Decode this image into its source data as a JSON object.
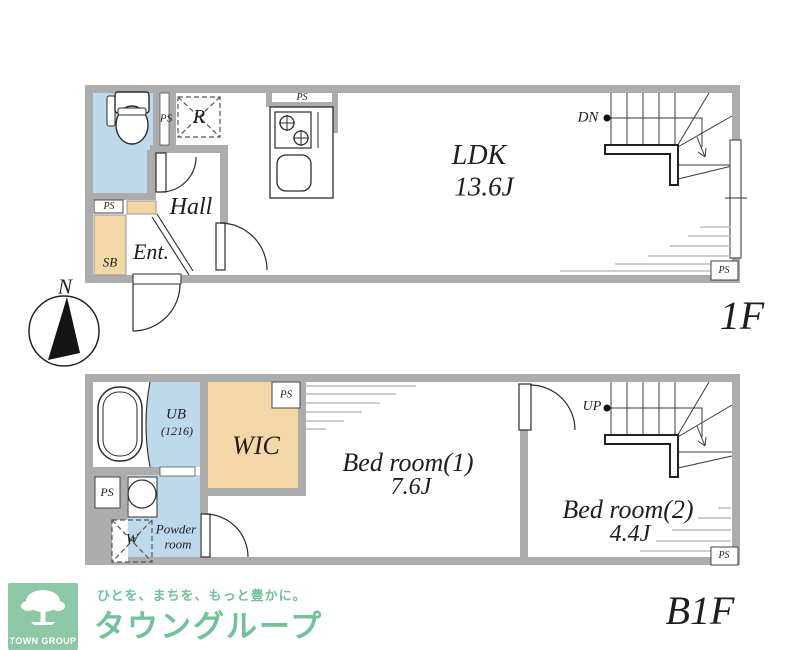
{
  "colors": {
    "wall": "#ACACAC",
    "water_blue": "#BFD9EC",
    "storage_orange": "#F4D7A6",
    "brand_green": "#72C197",
    "logo_bg_green": "#8CC7A6",
    "line_dark": "#2B2B2B",
    "hatch_gray": "#BDBDBD",
    "label_ink": "#1E1E1E"
  },
  "floor1": {
    "floor_label": "1F",
    "ldk": {
      "name": "LDK",
      "area": "13.6J"
    },
    "hall": {
      "name": "Hall"
    },
    "entrance": {
      "name": "Ent."
    },
    "shoe_box": {
      "name": "SB"
    },
    "refrigerator": {
      "name": "R"
    },
    "stairs": {
      "down_label": "DN"
    },
    "ps": "PS"
  },
  "floorB1": {
    "floor_label": "B1F",
    "unit_bath": {
      "name": "UB",
      "size": "(1216)"
    },
    "wic": {
      "name": "WIC"
    },
    "powder_room": {
      "line1": "Powder",
      "line2": "room"
    },
    "washer": {
      "name": "W"
    },
    "bedroom1": {
      "name": "Bed room(1)",
      "area": "7.6J"
    },
    "bedroom2": {
      "name": "Bed room(2)",
      "area": "4.4J"
    },
    "stairs": {
      "up_label": "UP"
    },
    "ps": "PS"
  },
  "compass": {
    "north_label": "N"
  },
  "logo": {
    "brand": "TOWN GROUP",
    "tagline": "ひとを、まちを、もっと豊かに。",
    "company": "タウングループ"
  }
}
